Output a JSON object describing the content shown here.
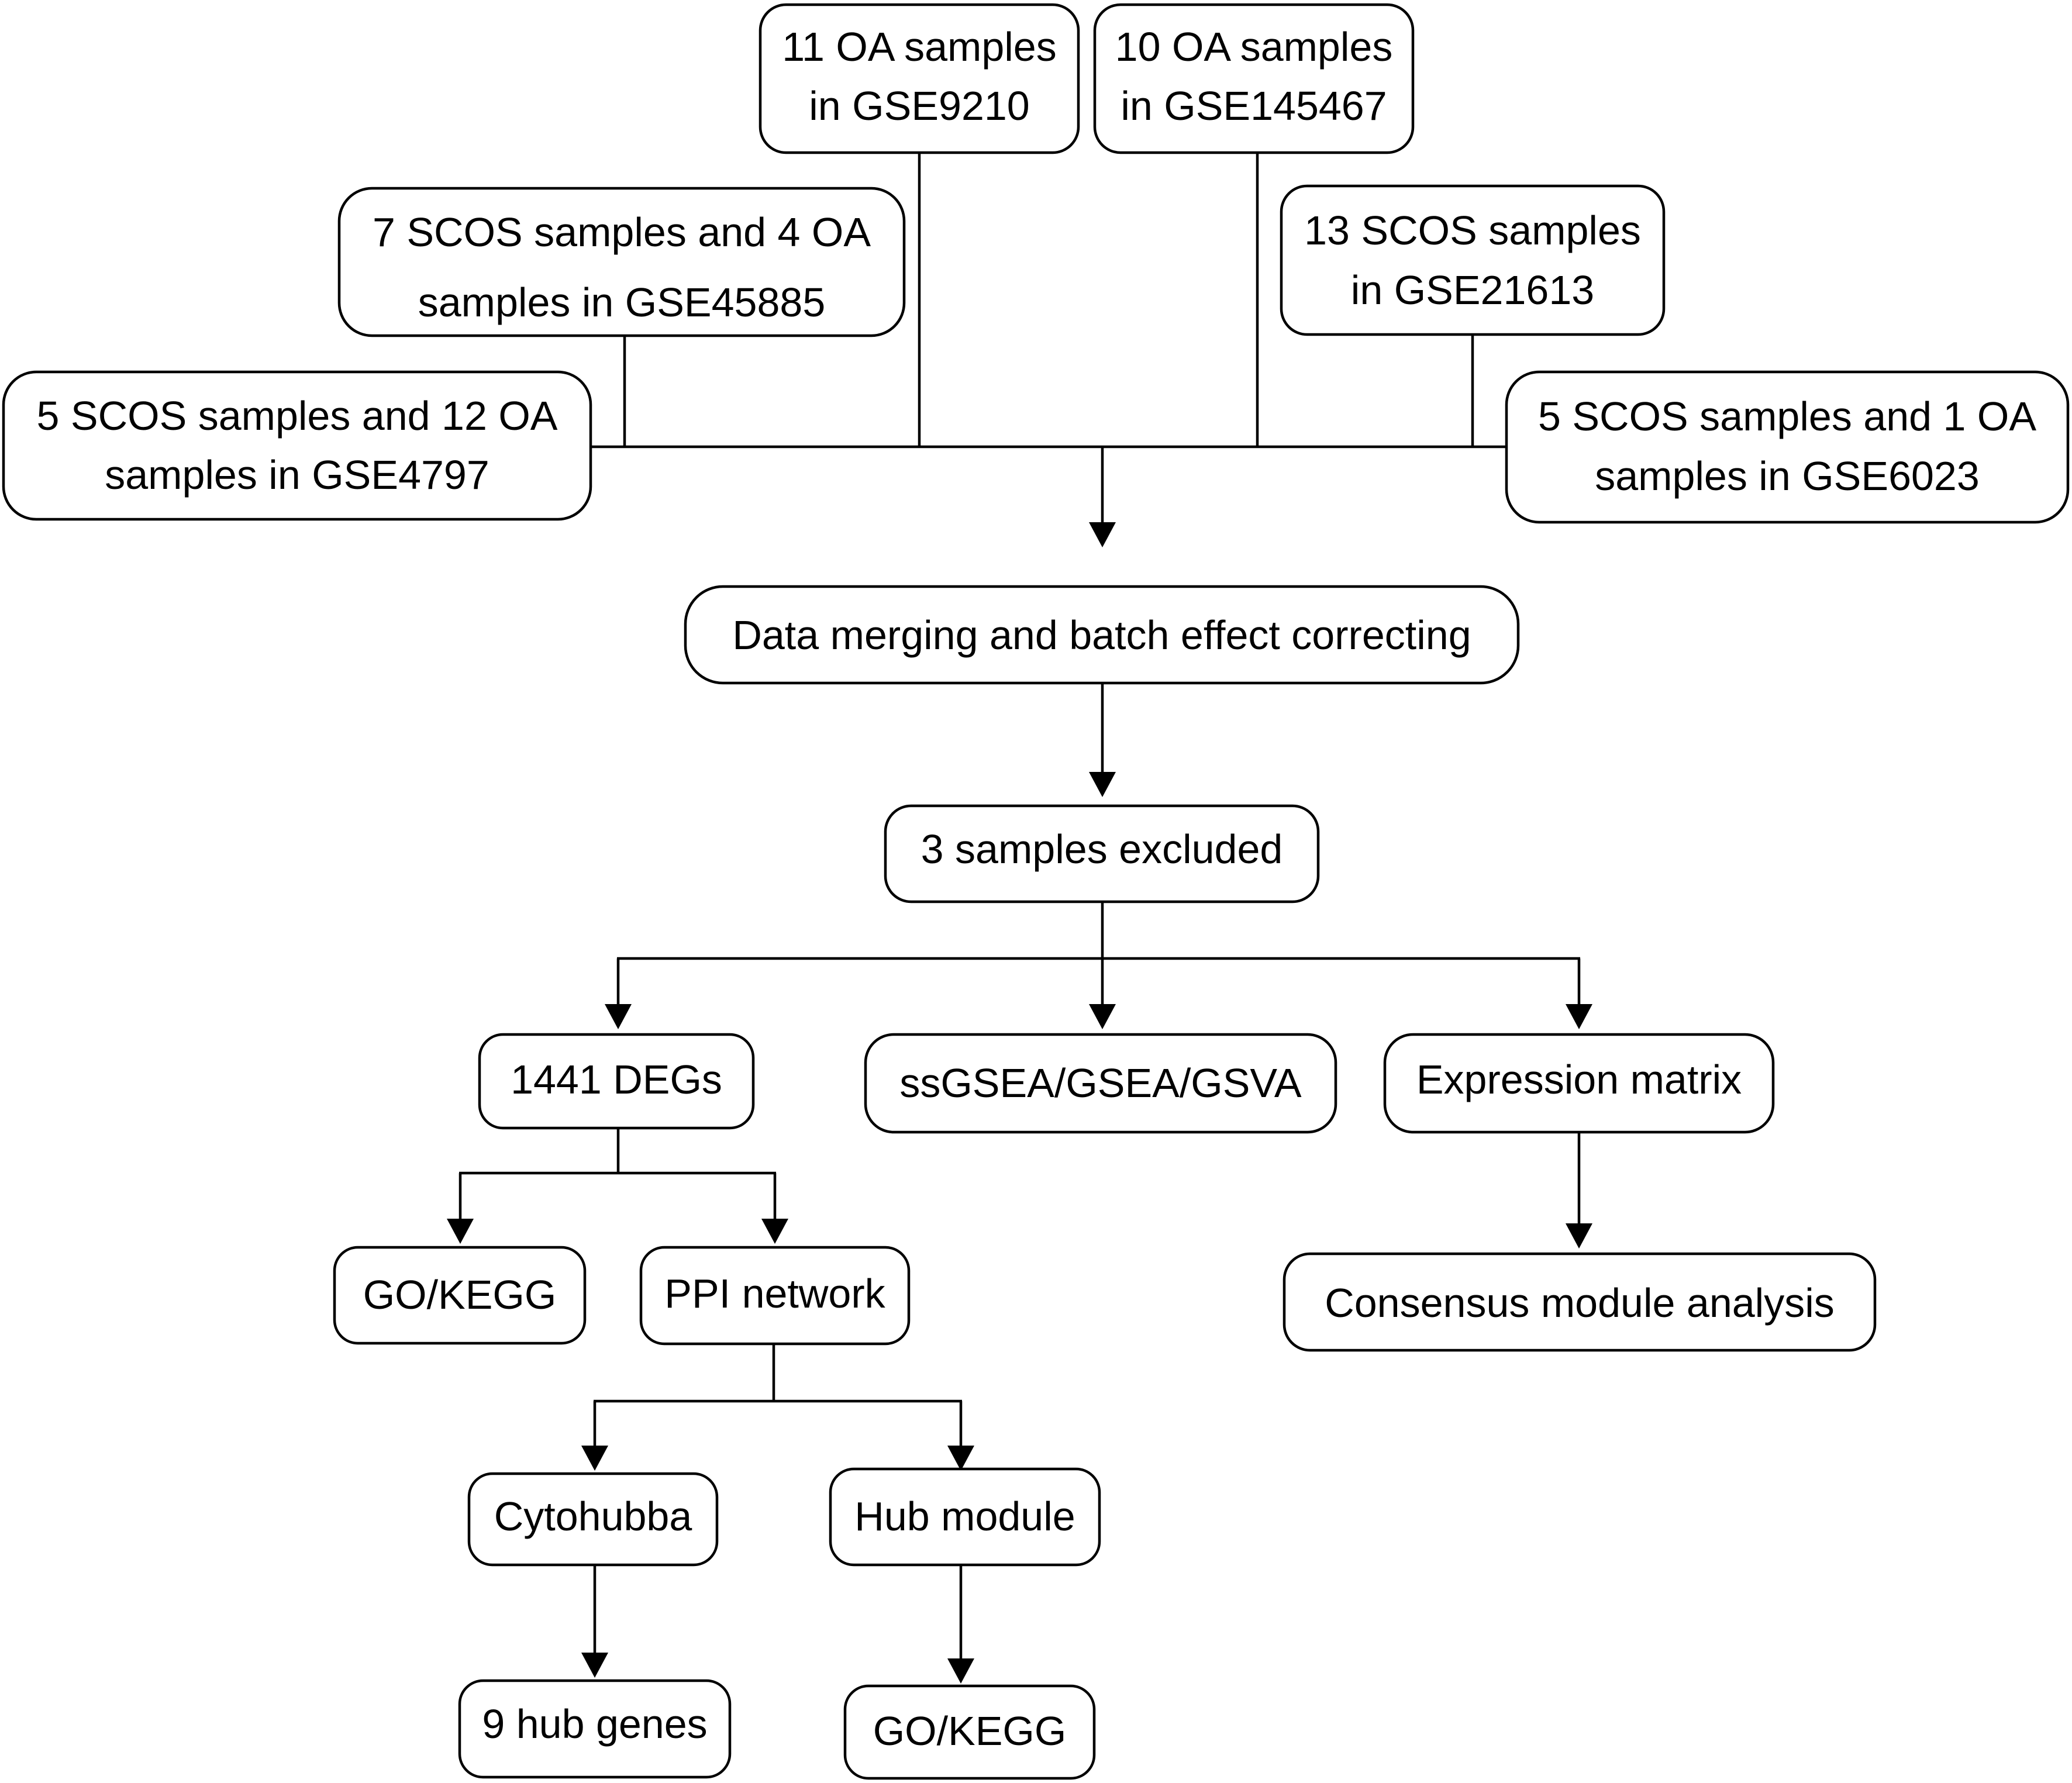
{
  "nodes": {
    "gse9210": {
      "lines": [
        "11 OA samples",
        "in GSE9210"
      ]
    },
    "gse145467": {
      "lines": [
        "10 OA samples",
        "in GSE145467"
      ]
    },
    "gse45885": {
      "lines": [
        "7 SCOS samples and 4 OA",
        "samples in GSE45885"
      ]
    },
    "gse21613": {
      "lines": [
        "13 SCOS samples",
        "in GSE21613"
      ]
    },
    "gse4797": {
      "lines": [
        "5 SCOS samples and 12 OA",
        "samples in GSE4797"
      ]
    },
    "gse6023": {
      "lines": [
        "5 SCOS samples and 1 OA",
        "samples in GSE6023"
      ]
    },
    "merge": {
      "lines": [
        "Data merging and batch effect correcting"
      ]
    },
    "excluded": {
      "lines": [
        "3 samples excluded"
      ]
    },
    "degs": {
      "lines": [
        "1441 DEGs"
      ]
    },
    "ssgsea": {
      "lines": [
        "ssGSEA/GSEA/GSVA"
      ]
    },
    "expr": {
      "lines": [
        "Expression matrix"
      ]
    },
    "gokegg1": {
      "lines": [
        "GO/KEGG"
      ]
    },
    "ppi": {
      "lines": [
        "PPI network"
      ]
    },
    "consensus": {
      "lines": [
        "Consensus module analysis"
      ]
    },
    "cytohubba": {
      "lines": [
        "Cytohubba"
      ]
    },
    "hubmodule": {
      "lines": [
        "Hub module"
      ]
    },
    "hubgenes": {
      "lines": [
        "9 hub genes"
      ]
    },
    "gokegg2": {
      "lines": [
        "GO/KEGG"
      ]
    }
  }
}
